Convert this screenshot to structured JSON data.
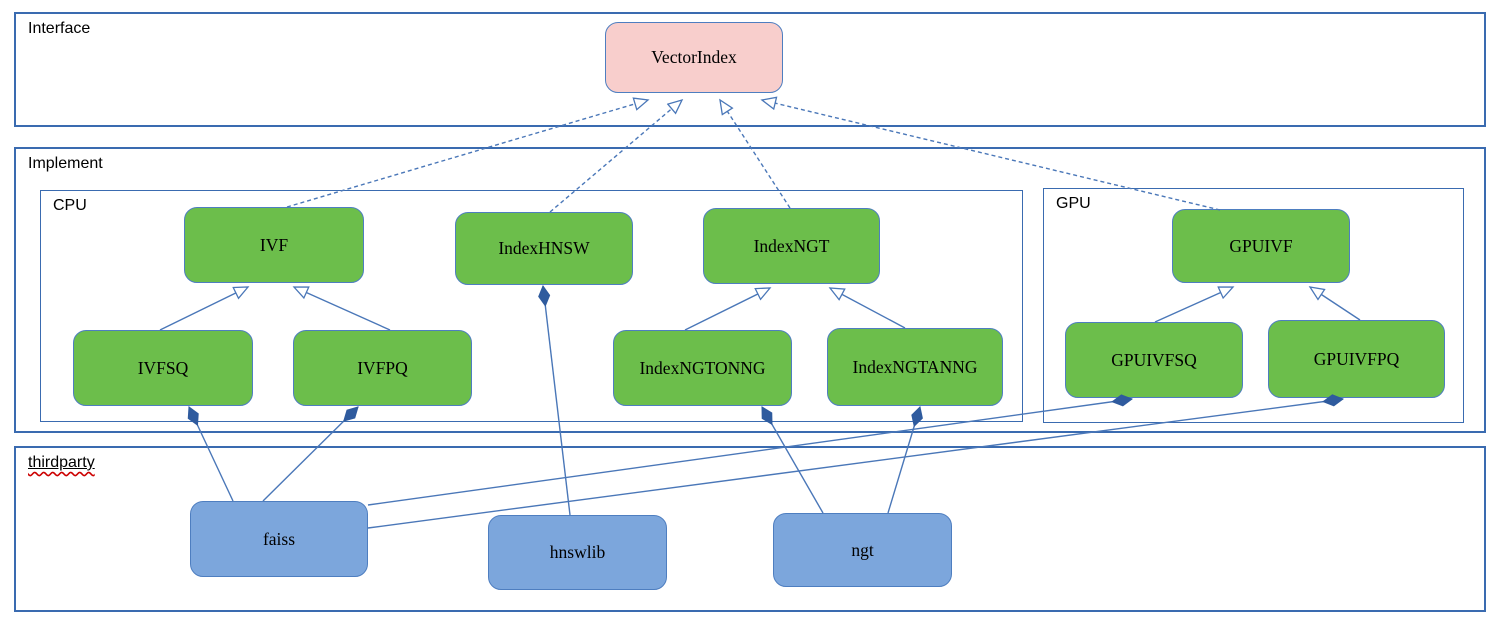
{
  "containers": {
    "interface": {
      "label": "Interface"
    },
    "implement": {
      "label": "Implement"
    },
    "cpu": {
      "label": "CPU"
    },
    "gpu": {
      "label": "GPU"
    },
    "thirdparty": {
      "label": "thirdparty"
    }
  },
  "nodes": {
    "vectorindex": {
      "label": "VectorIndex",
      "kind": "interface"
    },
    "ivf": {
      "label": "IVF",
      "kind": "cpu-implementation"
    },
    "indexhnsw": {
      "label": "IndexHNSW",
      "kind": "cpu-implementation"
    },
    "indexngt": {
      "label": "IndexNGT",
      "kind": "cpu-implementation"
    },
    "ivfsq": {
      "label": "IVFSQ",
      "kind": "cpu-implementation"
    },
    "ivfpq": {
      "label": "IVFPQ",
      "kind": "cpu-implementation"
    },
    "indexngtonng": {
      "label": "IndexNGTONNG",
      "kind": "cpu-implementation"
    },
    "indexngtanng": {
      "label": "IndexNGTANNG",
      "kind": "cpu-implementation"
    },
    "gpuivf": {
      "label": "GPUIVF",
      "kind": "gpu-implementation"
    },
    "gpuivfsq": {
      "label": "GPUIVFSQ",
      "kind": "gpu-implementation"
    },
    "gpuivfpq": {
      "label": "GPUIVFPQ",
      "kind": "gpu-implementation"
    },
    "faiss": {
      "label": "faiss",
      "kind": "thirdparty-library"
    },
    "hnswlib": {
      "label": "hnswlib",
      "kind": "thirdparty-library"
    },
    "ngt": {
      "label": "ngt",
      "kind": "thirdparty-library"
    }
  },
  "edges": [
    {
      "from": "IVF",
      "to": "VectorIndex",
      "type": "realization-dashed-hollow-arrow"
    },
    {
      "from": "IndexHNSW",
      "to": "VectorIndex",
      "type": "realization-dashed-hollow-arrow"
    },
    {
      "from": "IndexNGT",
      "to": "VectorIndex",
      "type": "realization-dashed-hollow-arrow"
    },
    {
      "from": "GPUIVF",
      "to": "VectorIndex",
      "type": "realization-dashed-hollow-arrow"
    },
    {
      "from": "IVFSQ",
      "to": "IVF",
      "type": "inheritance-hollow-arrow"
    },
    {
      "from": "IVFPQ",
      "to": "IVF",
      "type": "inheritance-hollow-arrow"
    },
    {
      "from": "IndexNGTONNG",
      "to": "IndexNGT",
      "type": "inheritance-hollow-arrow"
    },
    {
      "from": "IndexNGTANNG",
      "to": "IndexNGT",
      "type": "inheritance-hollow-arrow"
    },
    {
      "from": "GPUIVFSQ",
      "to": "GPUIVF",
      "type": "inheritance-hollow-arrow"
    },
    {
      "from": "GPUIVFPQ",
      "to": "GPUIVF",
      "type": "inheritance-hollow-arrow"
    },
    {
      "from": "faiss",
      "to": "IVFSQ",
      "type": "composition-filled-diamond"
    },
    {
      "from": "faiss",
      "to": "IVFPQ",
      "type": "composition-filled-diamond"
    },
    {
      "from": "faiss",
      "to": "GPUIVFSQ",
      "type": "composition-filled-diamond"
    },
    {
      "from": "faiss",
      "to": "GPUIVFPQ",
      "type": "composition-filled-diamond"
    },
    {
      "from": "hnswlib",
      "to": "IndexHNSW",
      "type": "composition-filled-diamond"
    },
    {
      "from": "ngt",
      "to": "IndexNGTONNG",
      "type": "composition-filled-diamond"
    },
    {
      "from": "ngt",
      "to": "IndexNGTANNG",
      "type": "composition-filled-diamond"
    }
  ],
  "colors": {
    "interface_node_fill": "#f8cecc",
    "implementation_node_fill": "#6cbe4b",
    "thirdparty_node_fill": "#7ca6dc",
    "node_border": "#4e7ec0",
    "container_border": "#3a6bb0",
    "edge_stroke": "#4a77b8",
    "composition_diamond_fill": "#2f5b9e",
    "spellcheck_squiggle": "#cc0000",
    "text": "#000000",
    "background": "#ffffff"
  }
}
